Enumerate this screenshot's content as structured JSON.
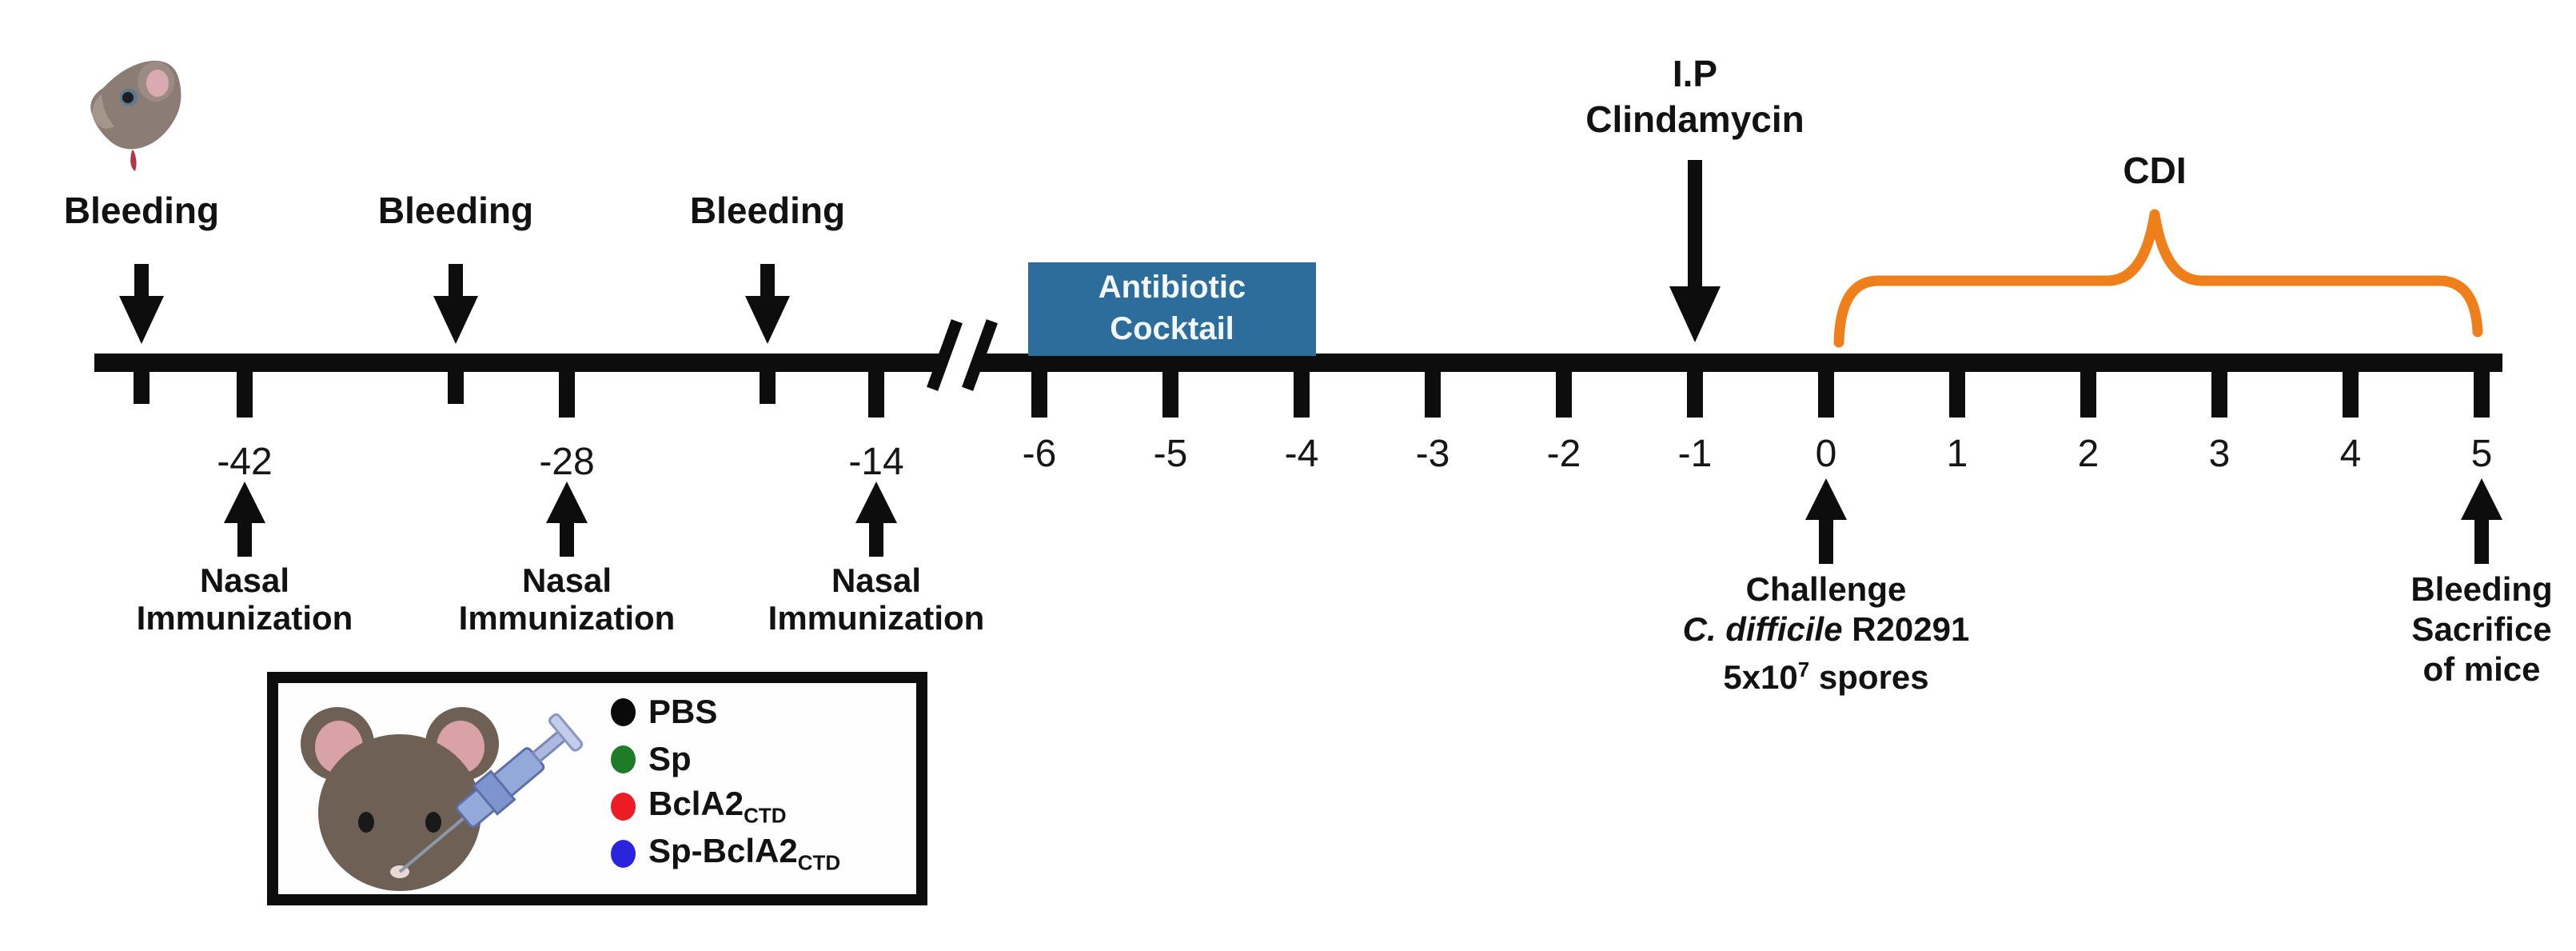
{
  "timeline": {
    "bleeding_label": "Bleeding",
    "nasal_line1": "Nasal",
    "nasal_line2": "Immunization",
    "immunization_days": [
      "-42",
      "-28",
      "-14"
    ],
    "right_days": [
      "-6",
      "-5",
      "-4",
      "-3",
      "-2",
      "-1",
      "0",
      "1",
      "2",
      "3",
      "4",
      "5"
    ],
    "antibiotic_box": {
      "line1": "Antibiotic",
      "line2": "Cocktail",
      "bg": "#2c6d9c"
    },
    "ip": {
      "line1": "I.P",
      "line2": "Clindamycin"
    },
    "cdi_label": "CDI",
    "brace_color": "#ef7f1b",
    "challenge": {
      "line1": "Challenge",
      "line2_italic": "C. difficile",
      "line2_rest": " R20291",
      "line3_base": "5x10",
      "line3_sup": "7",
      "line3_rest": " spores"
    },
    "sacrifice": {
      "line1": "Bleeding",
      "line2": "Sacrifice",
      "line3": "of mice"
    }
  },
  "legend": {
    "entries": [
      {
        "label": "PBS",
        "sub": "",
        "color": "#0a0a0a"
      },
      {
        "label": "Sp",
        "sub": "",
        "color": "#1e7c28"
      },
      {
        "label": "BclA2",
        "sub": "CTD",
        "color": "#ec1c24"
      },
      {
        "label": "Sp-BclA2",
        "sub": "CTD",
        "color": "#2a25dd"
      }
    ]
  }
}
